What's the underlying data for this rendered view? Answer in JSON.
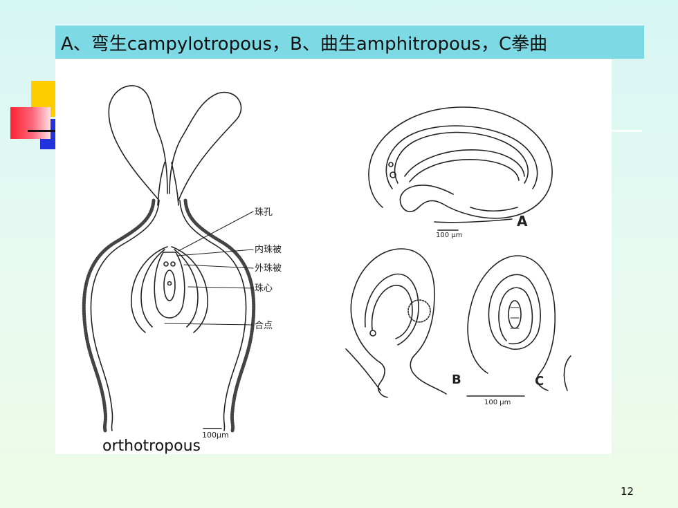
{
  "slide": {
    "title": "A、弯生campylotropous，B、曲生amphitropous，C拳曲",
    "bottom_label": "orthotropous",
    "page_number": "12"
  },
  "figure": {
    "left_labels": [
      "珠孔",
      "内珠被",
      "外珠被",
      "珠心",
      "合点"
    ],
    "left_scale": "100μm",
    "panel_a_label": "A",
    "panel_a_scale": "100 μm",
    "panel_b_label": "B",
    "panel_c_label": "C",
    "bc_scale": "100 μm"
  },
  "colors": {
    "title_bar": "#7dd9e3",
    "deco_yellow": "#ffcc00",
    "deco_red": "#ff2233",
    "deco_blue": "#2233dd"
  }
}
